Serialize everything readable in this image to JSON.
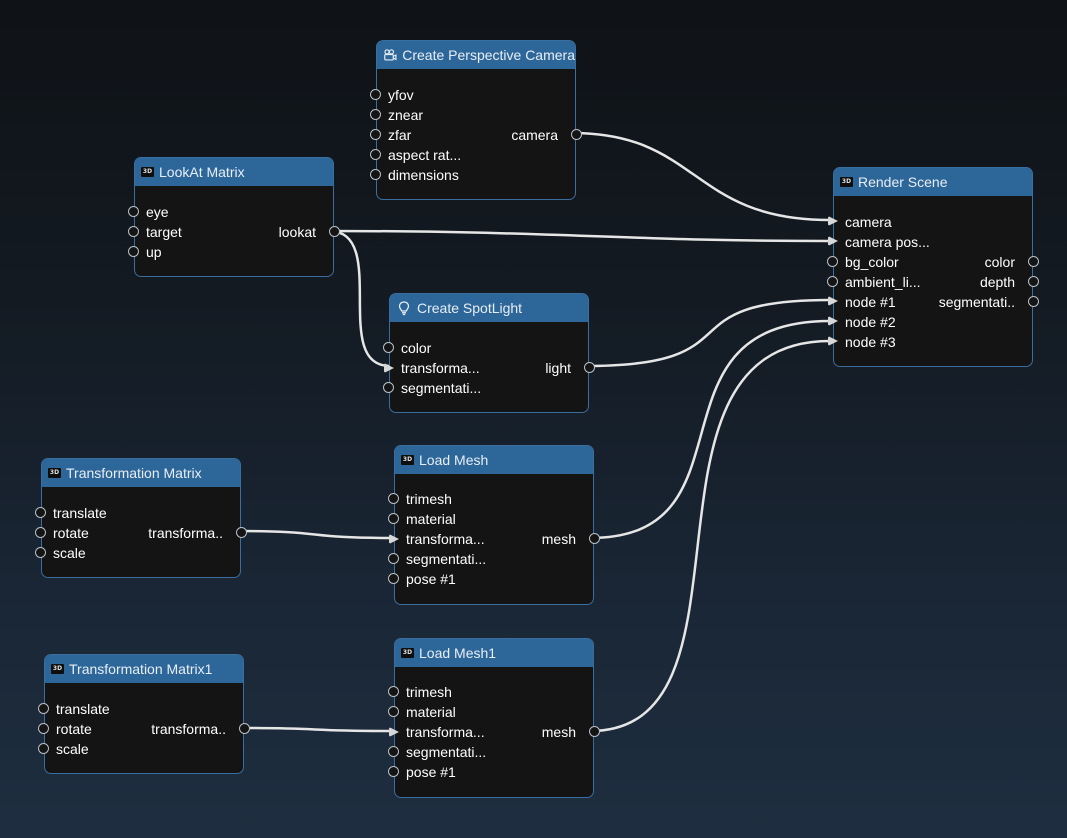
{
  "nodes": {
    "camera": {
      "title": "Create Perspective Camera",
      "icon": "camera-icon",
      "inputs": [
        "yfov",
        "znear",
        "zfar",
        "aspect rat...",
        "dimensions"
      ],
      "outputs": [
        "camera"
      ]
    },
    "lookat": {
      "title": "LookAt Matrix",
      "icon": "3d-badge-icon",
      "inputs": [
        "eye",
        "target",
        "up"
      ],
      "outputs": [
        "lookat"
      ]
    },
    "spotlight": {
      "title": "Create SpotLight",
      "icon": "bulb-icon",
      "inputs": [
        "color",
        "transforma...",
        "segmentati..."
      ],
      "outputs": [
        "light"
      ]
    },
    "render": {
      "title": "Render Scene",
      "icon": "3d-badge-icon",
      "inputs": [
        "camera",
        "camera pos...",
        "bg_color",
        "ambient_li...",
        "node #1",
        "node #2",
        "node #3"
      ],
      "outputs": [
        "color",
        "depth",
        "segmentati.."
      ]
    },
    "tm": {
      "title": "Transformation Matrix",
      "icon": "3d-badge-icon",
      "inputs": [
        "translate",
        "rotate",
        "scale"
      ],
      "outputs": [
        "transforma.."
      ]
    },
    "tm1": {
      "title": "Transformation Matrix1",
      "icon": "3d-badge-icon",
      "inputs": [
        "translate",
        "rotate",
        "scale"
      ],
      "outputs": [
        "transforma.."
      ]
    },
    "mesh": {
      "title": "Load Mesh",
      "icon": "3d-badge-icon",
      "inputs": [
        "trimesh",
        "material",
        "transforma...",
        "segmentati...",
        "pose #1"
      ],
      "outputs": [
        "mesh"
      ]
    },
    "mesh1": {
      "title": "Load Mesh1",
      "icon": "3d-badge-icon",
      "inputs": [
        "trimesh",
        "material",
        "transforma...",
        "segmentati...",
        "pose #1"
      ],
      "outputs": [
        "mesh"
      ]
    }
  },
  "badge_text": "3D",
  "colors": {
    "header": "#2d6699",
    "node_bg": "#141414",
    "border": "#3a6e9e",
    "wire": "#e6e6e6",
    "port": "#b8c0c8"
  }
}
